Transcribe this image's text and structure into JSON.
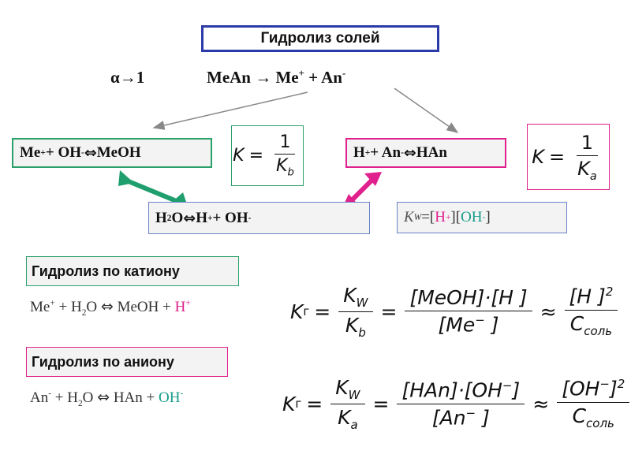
{
  "title": "Гидролиз солей",
  "dissociation": {
    "alpha": "α→1",
    "reactant": "MeAn → Me",
    "cation_charge": "+",
    "plus": " + An",
    "anion_charge": "-"
  },
  "left_eq": {
    "cation": "Me",
    "charge1": "+",
    "mid": " + OH",
    "charge2": "-",
    "arrow": "⇔",
    "product": " MeOH"
  },
  "right_eq": {
    "cation": "H",
    "charge1": "+",
    "mid": " + An",
    "charge2": "-",
    "arrow": "⇔",
    "product": " HAn"
  },
  "water_eq": {
    "h": "H",
    "sub2": "2",
    "o": "O ",
    "arrow": "⇔",
    "hp": " H",
    "charge1": "+",
    "oh": " + OH",
    "charge2": "-"
  },
  "kb_formula": {
    "lhs": "K",
    "eq": "=",
    "num": "1",
    "den": "K",
    "den_sub": "b"
  },
  "ka_formula": {
    "lhs": "K",
    "eq": "=",
    "num": "1",
    "den": "K",
    "den_sub": "a"
  },
  "kw_formula": {
    "k": "K",
    "sub": "W",
    "eq": " =[",
    "h": "H",
    "hcharge": " + ",
    "mid": " ][",
    "oh": "OH",
    "ohcharge": " - ",
    "end": " ]"
  },
  "cation_hydrolysis": {
    "label": "Гидролиз по катиону",
    "eq": {
      "me": "Me",
      "mec": "+",
      "plus": " + H",
      "sub2": "2",
      "o": "O ",
      "arrow": "⇔",
      "product": " MeOH + ",
      "h": "H",
      "hc": "+"
    },
    "formula": {
      "k": "K",
      "k_sub": "г",
      "eq": "=",
      "num1": "K",
      "num1_sub": "W",
      "den1": "K",
      "den1_sub": "b",
      "num2": "[MeOH]·[H  ]",
      "den2": "[Me",
      "den2_sup": "−",
      "den2_end": " ]",
      "approx": "≈",
      "num3": "[H  ]",
      "num3_sup": "2",
      "den3": "C",
      "den3_sub": "соль"
    }
  },
  "anion_hydrolysis": {
    "label": "Гидролиз по аниону",
    "eq": {
      "an": "An",
      "anc": "-",
      "plus": " +  H",
      "sub2": "2",
      "o": "O ",
      "arrow": "⇔",
      "product": " HAn + ",
      "oh": "OH",
      "ohc": "-"
    },
    "formula": {
      "k": "K",
      "k_sub": "г",
      "eq": "=",
      "num1": "K",
      "num1_sub": "W",
      "den1": "K",
      "den1_sub": "a",
      "num2a": "[HAn]·[OH",
      "num2_sup": "−",
      "num2b": "]",
      "den2": "[An",
      "den2_sup": "−",
      "den2_end": " ]",
      "approx": "≈",
      "num3a": "[OH",
      "num3_sup1": "−",
      "num3b": "]",
      "num3_sup2": "2",
      "den3": "C",
      "den3_sub": "соль"
    }
  },
  "colors": {
    "title_border": "#2a3aa8",
    "green": "#1f9e6e",
    "pink": "#e0208c",
    "blue_border": "#6a82c8",
    "gray": "#888888"
  }
}
